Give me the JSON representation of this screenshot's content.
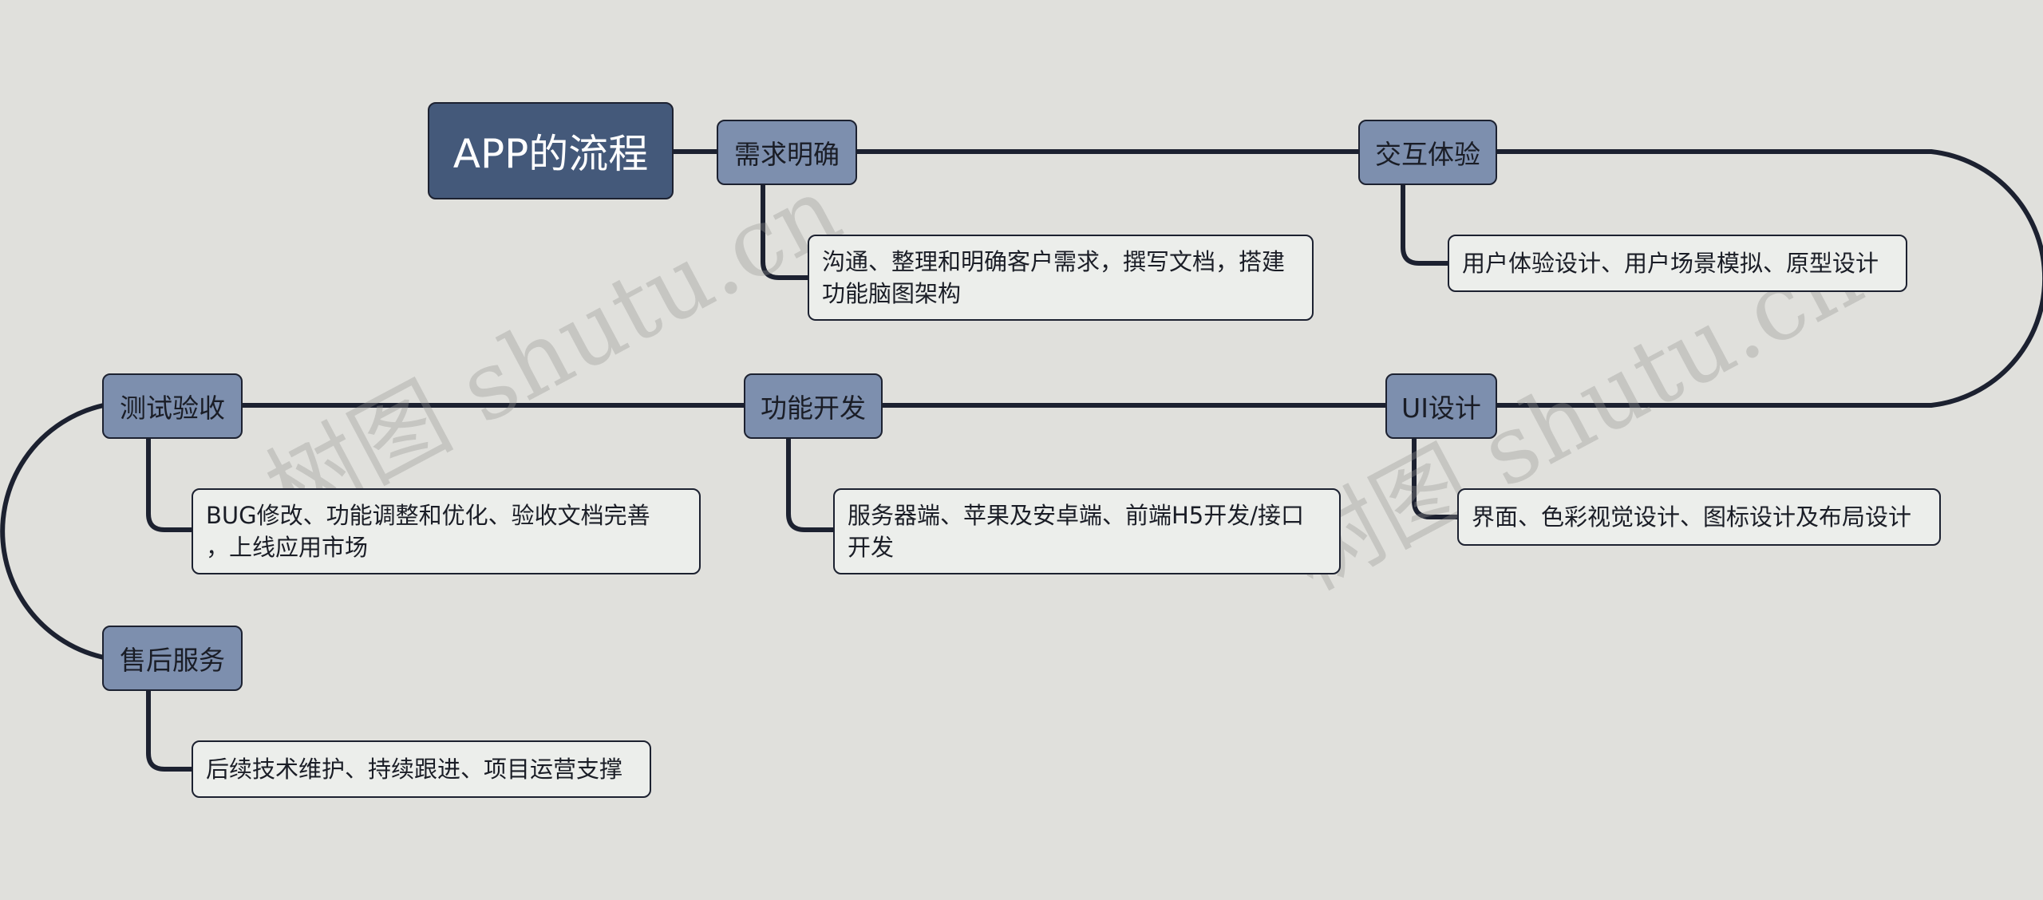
{
  "root": {
    "label": "APP的流程"
  },
  "topics": [
    {
      "label": "需求明确",
      "detail": "沟通、整理和明确客户需求，撰写文档，搭建\n功能脑图架构"
    },
    {
      "label": "交互体验",
      "detail": "用户体验设计、用户场景模拟、原型设计"
    },
    {
      "label": "UI设计",
      "detail": "界面、色彩视觉设计、图标设计及布局设计"
    },
    {
      "label": "功能开发",
      "detail": "服务器端、苹果及安卓端、前端H5开发/接口\n开发"
    },
    {
      "label": "测试验收",
      "detail": "BUG修改、功能调整和优化、验收文档完善\n，上线应用市场"
    },
    {
      "label": "售后服务",
      "detail": "后续技术维护、持续跟进、项目运营支撑"
    }
  ],
  "watermark": "树图 shutu.cn",
  "colors": {
    "background": "#e0e0dc",
    "root_fill": "#44597a",
    "topic_fill": "#7d8fae",
    "detail_fill": "#eceeeb",
    "line": "#1c2130"
  }
}
